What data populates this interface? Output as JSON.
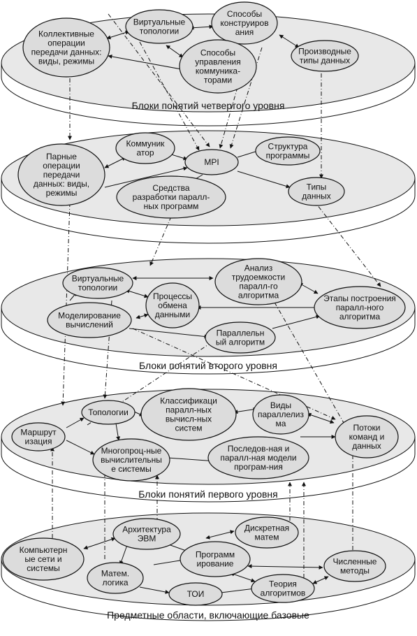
{
  "levels": [
    {
      "id": "L4",
      "label": "Блоки понятий четвертого уровня"
    },
    {
      "id": "L3",
      "label": ""
    },
    {
      "id": "L2",
      "label": "Блоки понятий второго уровня"
    },
    {
      "id": "L1",
      "label": "Блоки понятий первого уровня"
    },
    {
      "id": "L0",
      "label": ""
    }
  ],
  "nodes": {
    "collective_ops": [
      "Коллективные",
      "операции",
      "передачи данных:",
      "виды, режимы"
    ],
    "virtual_topologies_4": [
      "Виртуальные",
      "топологии"
    ],
    "construction_methods": [
      "Способы",
      "конструиров",
      "ания"
    ],
    "comm_management": [
      "Способы",
      "управления",
      "коммуника-",
      "торами"
    ],
    "derived_types": [
      "Производные",
      "типы данных"
    ],
    "paired_ops": [
      "Парные",
      "операции",
      "передачи",
      "данных: виды,",
      "режимы"
    ],
    "communicator": [
      "Коммуник",
      "атор"
    ],
    "mpi": [
      "MPI"
    ],
    "program_structure": [
      "Структура",
      "программы"
    ],
    "data_types": [
      "Типы",
      "данных"
    ],
    "dev_tools": [
      "Средства",
      "разработки паралл-",
      "ных программ"
    ],
    "virtual_topologies_2": [
      "Виртуальные",
      "топологии"
    ],
    "labor_analysis": [
      "Анализ",
      "трудоемкости",
      "паралл-го",
      "алгоритма"
    ],
    "exchange_processes": [
      "Процессы",
      "обмена",
      "данными"
    ],
    "build_stages": [
      "Этапы построения",
      "паралл-ного",
      "алгоритма"
    ],
    "modeling": [
      "Моделирование",
      "вычислений"
    ],
    "parallel_algorithm": [
      "Параллельн",
      "ый алгоритм"
    ],
    "topologies": [
      "Топологии"
    ],
    "classification": [
      "Классификаци",
      "паралл-ных",
      "вычисл-ных",
      "систем"
    ],
    "parallelism_types": [
      "Виды",
      "параллелиз",
      "ма"
    ],
    "routing": [
      "Маршрут",
      "изация"
    ],
    "multiproc_systems": [
      "Многопроц-ные",
      "вычислительны",
      "е системы"
    ],
    "seq_par_models": [
      "Последов-ная и",
      "паралл-ная модели",
      "програм-ния"
    ],
    "command_streams": [
      "Потоки",
      "команд и",
      "данных"
    ],
    "computer_networks": [
      "Компьютерн",
      "ые сети и",
      "системы"
    ],
    "computer_arch": [
      "Архитектура",
      "ЭВМ"
    ],
    "discrete_math": [
      "Дискретная",
      "матем"
    ],
    "programming": [
      "Программ",
      "ирование"
    ],
    "numerical_methods": [
      "Численные",
      "методы"
    ],
    "math_logic": [
      "Матем.",
      "логика"
    ],
    "toi": [
      "ТОИ"
    ],
    "algorithm_theory": [
      "Теория",
      "алгоритмов"
    ]
  },
  "bottom_caption": "Предметные области, включающие базовые"
}
